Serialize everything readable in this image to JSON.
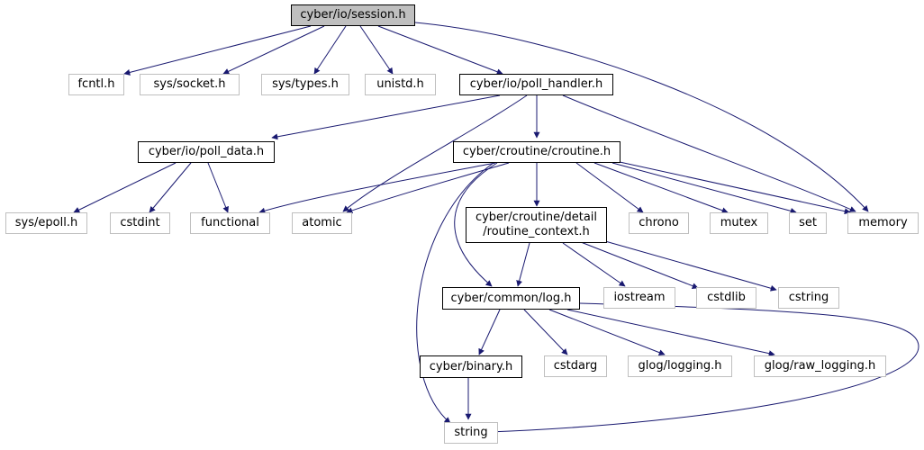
{
  "colors": {
    "edge": "#191970",
    "root_fill": "#bfbfbf",
    "local_border": "#000000",
    "system_border": "#bfbfbf"
  },
  "nodes": {
    "session_h": {
      "label": "cyber/io/session.h"
    },
    "fcntl_h": {
      "label": "fcntl.h"
    },
    "sys_socket_h": {
      "label": "sys/socket.h"
    },
    "sys_types_h": {
      "label": "sys/types.h"
    },
    "unistd_h": {
      "label": "unistd.h"
    },
    "poll_handler_h": {
      "label": "cyber/io/poll_handler.h"
    },
    "poll_data_h": {
      "label": "cyber/io/poll_data.h"
    },
    "croutine_h": {
      "label": "cyber/croutine/croutine.h"
    },
    "sys_epoll_h": {
      "label": "sys/epoll.h"
    },
    "cstdint": {
      "label": "cstdint"
    },
    "functional": {
      "label": "functional"
    },
    "atomic": {
      "label": "atomic"
    },
    "routine_context_h": {
      "line1": "cyber/croutine/detail",
      "line2": "/routine_context.h"
    },
    "chrono": {
      "label": "chrono"
    },
    "mutex": {
      "label": "mutex"
    },
    "set": {
      "label": "set"
    },
    "memory": {
      "label": "memory"
    },
    "log_h": {
      "label": "cyber/common/log.h"
    },
    "iostream": {
      "label": "iostream"
    },
    "cstdlib": {
      "label": "cstdlib"
    },
    "cstring": {
      "label": "cstring"
    },
    "binary_h": {
      "label": "cyber/binary.h"
    },
    "cstdarg": {
      "label": "cstdarg"
    },
    "glog_logging_h": {
      "label": "glog/logging.h"
    },
    "glog_raw_logging_h": {
      "label": "glog/raw_logging.h"
    },
    "string": {
      "label": "string"
    }
  }
}
